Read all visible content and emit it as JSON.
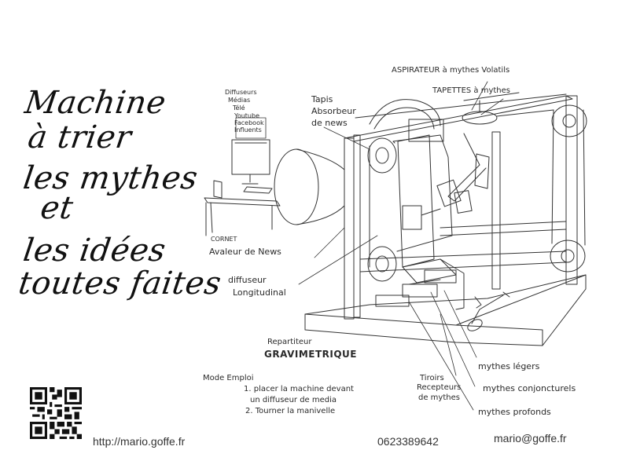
{
  "title_lines": [
    "Machine",
    "à trier",
    "les mythes",
    "et",
    "les idées",
    "toutes faites"
  ],
  "labels": {
    "diffuseurs": [
      "Diffuseurs",
      "Médias",
      "Télé",
      "Youtube",
      "Facebook",
      "Influents"
    ],
    "tapis": [
      "Tapis",
      "Absorbeur",
      "de news"
    ],
    "aspirateur": "ASPIRATEUR à mythes Volatils",
    "tapettes": "TAPETTES à mythes",
    "cornet": "CORNET",
    "avaleur": "Avaleur de News",
    "diffuseur_long": [
      "diffuseur",
      "Longitudinal"
    ],
    "repartiteur": "Repartiteur",
    "gravimetrique": "GRAVIMETRIQUE",
    "tiroirs": [
      "Tiroirs",
      "Recepteurs",
      "de mythes"
    ],
    "mythes_legers": "mythes légers",
    "mythes_conj": "mythes conjoncturels",
    "mythes_profonds": "mythes profonds",
    "mode_emploi_title": "Mode Emploi",
    "mode_emploi_steps": [
      "1. placer la machine devant",
      "un diffuseur de media",
      "2. Tourner la manivelle"
    ]
  },
  "footer": {
    "url": "http://mario.goffe.fr",
    "phone": "0623389642",
    "email": "mario@goffe.fr"
  },
  "icons": {
    "qr": "qr-code-icon"
  }
}
